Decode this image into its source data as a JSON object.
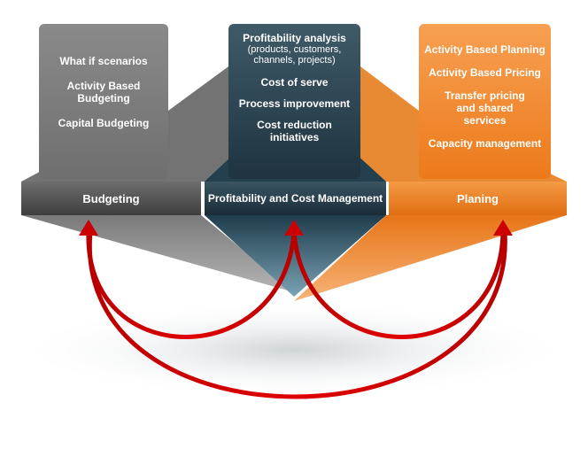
{
  "panels": {
    "budgeting": {
      "items": [
        "What if scenarios",
        "Activity Based Budgeting",
        "Capital Budgeting"
      ]
    },
    "profitability": {
      "item1_main": "Profitability analysis",
      "item1_sub": "(products, customers, channels, projects)",
      "item2": "Cost of serve",
      "item3": "Process improvement",
      "item4": "Cost reduction initiatives"
    },
    "planing": {
      "items": [
        "Activity Based Planning",
        "Activity Based Pricing",
        "Transfer pricing and shared services",
        "Capacity management"
      ]
    }
  },
  "bars": {
    "budgeting": "Budgeting",
    "profitability": "Profitability and Cost Management",
    "planing": "Planing"
  },
  "colors": {
    "gray": "#6f6f6f",
    "dark_teal": "#1f3340",
    "orange": "#ec7a1b",
    "arrow_red": "#cc0000"
  }
}
